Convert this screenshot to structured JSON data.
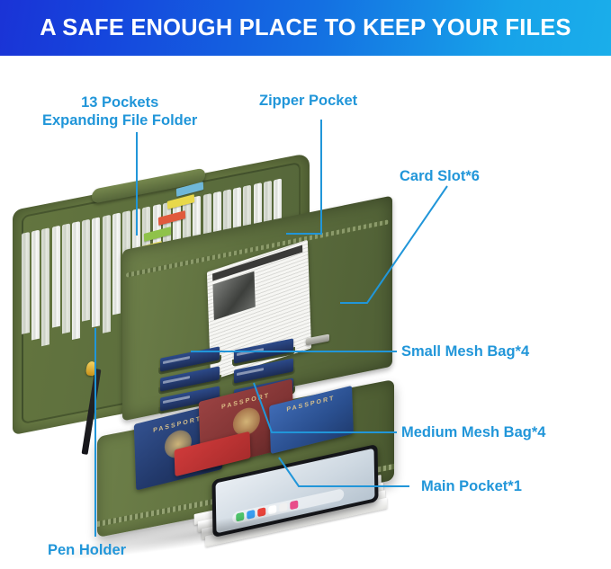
{
  "banner": {
    "title": "A SAFE ENOUGH PLACE TO KEEP YOUR FILES",
    "gradient_start": "#1a33d6",
    "gradient_end": "#1aaeea",
    "text_color": "#ffffff"
  },
  "accent_color": "#2196d9",
  "product": {
    "name": "expanding-file-folder-organizer",
    "body_color": "#60713f"
  },
  "callouts": [
    {
      "id": "pockets",
      "line1": "13 Pockets",
      "line2": "Expanding File Folder"
    },
    {
      "id": "zipper-pocket",
      "line1": "Zipper Pocket"
    },
    {
      "id": "card-slot",
      "line1": "Card Slot*6"
    },
    {
      "id": "small-mesh-bag",
      "line1": "Small Mesh Bag*4"
    },
    {
      "id": "medium-mesh-bag",
      "line1": "Medium Mesh Bag*4"
    },
    {
      "id": "main-pocket",
      "line1": "Main Pocket*1"
    },
    {
      "id": "pen-holder",
      "line1": "Pen Holder"
    }
  ],
  "photo_elements": {
    "passport_label": "PASSPORT",
    "tab_colors": [
      "#e8d84a",
      "#e05a3c",
      "#8fc24a",
      "#f0e35a",
      "#e8e8e8",
      "#6fb7d8"
    ],
    "dock_icon_colors": [
      "#4ec36a",
      "#3a9ef0",
      "#e8433a",
      "#ffffff",
      "#f0f0f0",
      "#e84d8a"
    ],
    "passport_blue": "#2b4a86",
    "passport_red": "#8e3a3a",
    "pen_cap_color": "#e8b93a"
  }
}
